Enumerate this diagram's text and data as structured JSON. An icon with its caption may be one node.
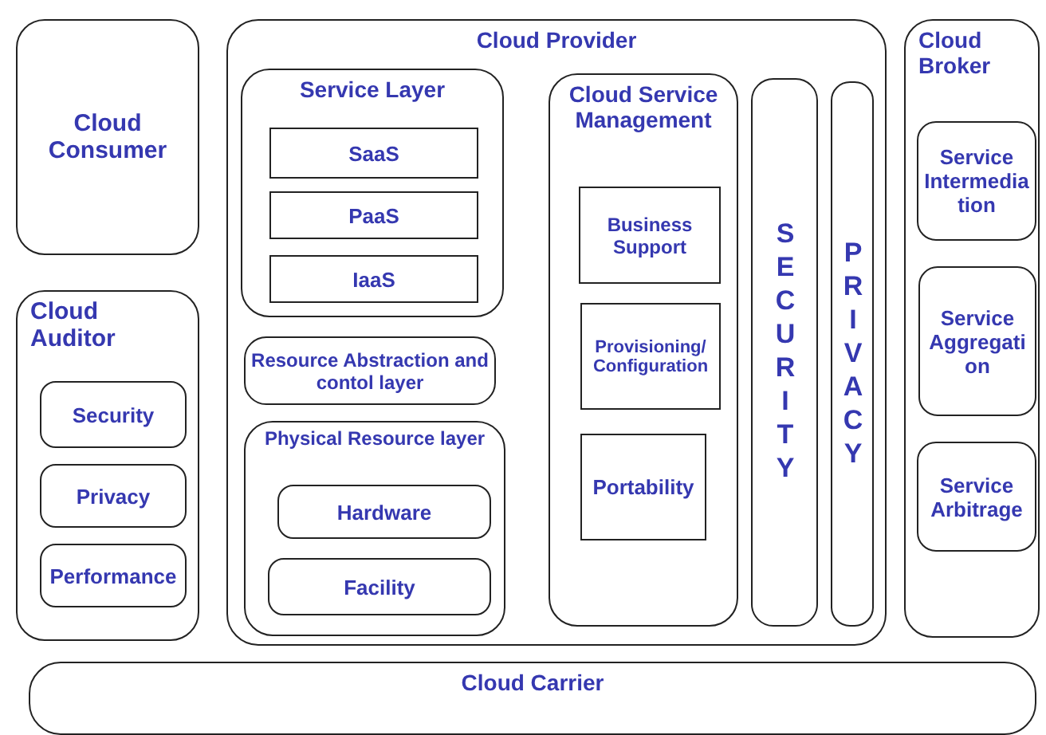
{
  "diagram": {
    "nodes": [
      {
        "text": [
          "Cloud Consumer"
        ]
      },
      {
        "text": [
          "Cloud Auditor"
        ]
      },
      {
        "text": [
          "Security"
        ],
        "in": 1
      },
      {
        "text": [
          "Privacy"
        ],
        "in": 1
      },
      {
        "text": [
          "Performance"
        ],
        "in": 1
      },
      {
        "text": [
          "Cloud Provider"
        ]
      },
      {
        "text": [
          "Service Layer"
        ],
        "in": 5
      },
      {
        "text": [
          "SaaS"
        ],
        "in": 6
      },
      {
        "text": [
          "PaaS"
        ],
        "in": 6
      },
      {
        "text": [
          "IaaS"
        ],
        "in": 6
      },
      {
        "text": [
          "Resource Abstraction and contol layer"
        ],
        "in": 5
      },
      {
        "text": [
          "Physical Resource layer"
        ],
        "in": 5
      },
      {
        "text": [
          "Hardware"
        ],
        "in": 11
      },
      {
        "text": [
          "Facility"
        ],
        "in": 11
      },
      {
        "text": [
          "Cloud Service Management"
        ],
        "in": 5
      },
      {
        "text": [
          "Business Support"
        ],
        "in": 14
      },
      {
        "text": [
          "Provisioning/ Configuration"
        ],
        "in": 14
      },
      {
        "text": [
          "Portability"
        ],
        "in": 14
      },
      {
        "text": [
          "SECURITY"
        ],
        "in": 5
      },
      {
        "text": [
          "PRIVACY"
        ],
        "in": 5
      },
      {
        "text": [
          "Cloud Broker"
        ]
      },
      {
        "text": [
          "Service Intermediation"
        ],
        "in": 20
      },
      {
        "text": [
          "Service Aggregation"
        ],
        "in": 20
      },
      {
        "text": [
          "Service Arbitrage"
        ],
        "in": 20
      },
      {
        "text": [
          "Cloud Carrier"
        ]
      }
    ]
  }
}
